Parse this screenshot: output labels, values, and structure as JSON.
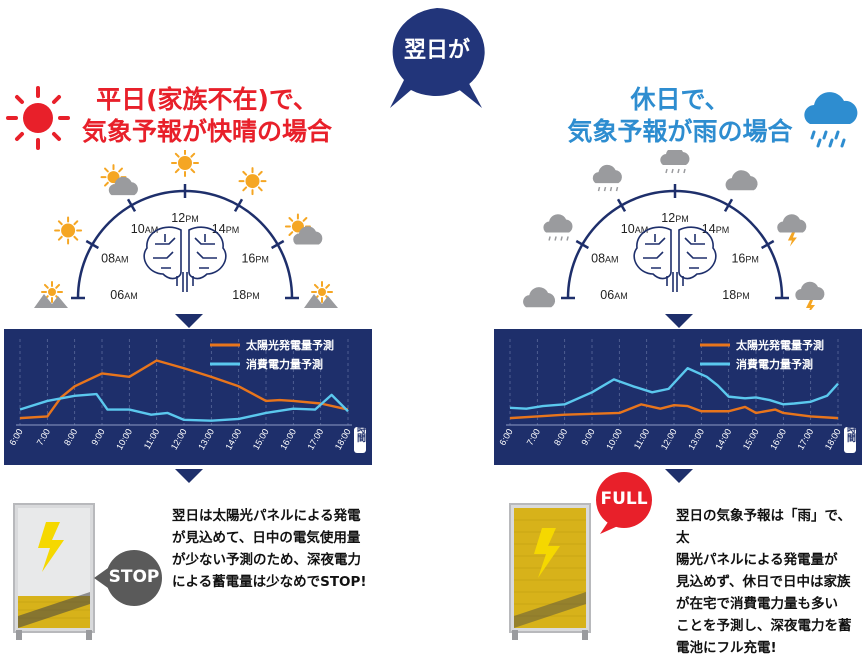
{
  "center_bubble": {
    "text": "翌日が",
    "color": "#22357a"
  },
  "left": {
    "heading_line1": "平日(家族不在)で、",
    "heading_line2": "気象予報が快晴の場合",
    "heading_color": "#e8202a",
    "clock_labels": {
      "t06": "06",
      "t08": "08",
      "t10": "10",
      "t12": "12",
      "t14": "14",
      "t16": "16",
      "t18": "18",
      "am": "AM",
      "pm": "PM"
    },
    "weather_icons": [
      "mountain-sun-icon",
      "sun-icon",
      "sun-cloud-icon",
      "sun-icon",
      "sun-icon",
      "sun-cloud-icon",
      "mountain-sun-icon"
    ],
    "description": [
      "翌日は太陽光パネルによる発電",
      "が見込めて、日中の電気使用量",
      "が少ない予測のため、深夜電力",
      "による蓄電量は少なめでSTOP!"
    ],
    "badge": "STOP",
    "battery_level": 0.25
  },
  "right": {
    "heading_line1": "休日で、",
    "heading_line2": "気象予報が雨の場合",
    "heading_color": "#2e8dd0",
    "clock_labels": {
      "t06": "06",
      "t08": "08",
      "t10": "10",
      "t12": "12",
      "t14": "14",
      "t16": "16",
      "t18": "18",
      "am": "AM",
      "pm": "PM"
    },
    "weather_icons": [
      "cloud-icon",
      "rain-cloud-icon",
      "rain-cloud-icon",
      "rain-cloud-icon",
      "cloud-icon",
      "thunder-cloud-icon",
      "thunder-cloud-icon"
    ],
    "description": [
      "翌日の気象予報は「雨」で、太",
      "陽光パネルによる発電量が",
      "見込めず、休日で日中は家族",
      "が在宅で消費電力量も多い",
      "ことを予測し、深夜電力を蓄",
      "電池にフル充電!"
    ],
    "badge": "FULL",
    "battery_level": 1.0
  },
  "chart_data": [
    {
      "type": "line",
      "title": "",
      "categories": [
        "6:00",
        "7:00",
        "8:00",
        "9:00",
        "10:00",
        "11:00",
        "12:00",
        "13:00",
        "14:00",
        "15:00",
        "16:00",
        "17:00",
        "18:00"
      ],
      "xlabel": "時間",
      "ylim": [
        0,
        10
      ],
      "grid": true,
      "legend": "top-right",
      "series": [
        {
          "name": "太陽光発電量予測",
          "color": "#e8751c",
          "x": [
            6,
            7,
            7.5,
            8,
            9,
            10,
            11,
            12,
            13,
            14,
            15,
            15.5,
            16,
            17,
            18
          ],
          "values": [
            0.8,
            1.0,
            3.2,
            4.5,
            6.0,
            5.6,
            7.5,
            6.6,
            5.6,
            4.5,
            2.8,
            2.9,
            2.8,
            2.5,
            1.8
          ]
        },
        {
          "name": "消費電力量予測",
          "color": "#5bc8ee",
          "x": [
            6,
            7,
            8,
            8.8,
            9.2,
            10,
            10.8,
            11.4,
            12,
            13,
            14,
            15,
            16,
            16.8,
            17.4,
            18
          ],
          "values": [
            1.8,
            2.8,
            3.4,
            3.6,
            1.8,
            1.8,
            1.2,
            1.4,
            0.6,
            0.5,
            0.7,
            1.4,
            1.9,
            1.8,
            3.5,
            1.6
          ]
        }
      ]
    },
    {
      "type": "line",
      "title": "",
      "categories": [
        "6:00",
        "7:00",
        "8:00",
        "9:00",
        "10:00",
        "11:00",
        "12:00",
        "13:00",
        "14:00",
        "15:00",
        "16:00",
        "17:00",
        "18:00"
      ],
      "xlabel": "時間",
      "ylim": [
        0,
        10
      ],
      "grid": true,
      "legend": "top-right",
      "series": [
        {
          "name": "太陽光発電量予測",
          "color": "#e8751c",
          "x": [
            6,
            7,
            8,
            9,
            10,
            10.8,
            11.5,
            12,
            12.5,
            13,
            14,
            14.6,
            15,
            15.7,
            16,
            17,
            18
          ],
          "values": [
            0.8,
            1.0,
            1.2,
            1.3,
            1.4,
            2.4,
            1.9,
            2.3,
            2.2,
            1.6,
            1.6,
            2.1,
            1.4,
            1.8,
            1.4,
            1.0,
            0.8
          ]
        },
        {
          "name": "消費電力量予測",
          "color": "#5bc8ee",
          "x": [
            6,
            6.6,
            7.2,
            8,
            9,
            9.8,
            10.5,
            11.2,
            11.8,
            12.5,
            13.2,
            13.6,
            14,
            14.6,
            15,
            15.5,
            16,
            16.4,
            17,
            17.6,
            18
          ],
          "values": [
            2.0,
            1.9,
            2.2,
            2.4,
            3.8,
            5.3,
            4.5,
            3.8,
            4.2,
            6.6,
            5.6,
            4.6,
            3.3,
            3.1,
            3.2,
            2.9,
            2.4,
            2.5,
            2.7,
            3.4,
            4.8
          ]
        }
      ]
    }
  ]
}
